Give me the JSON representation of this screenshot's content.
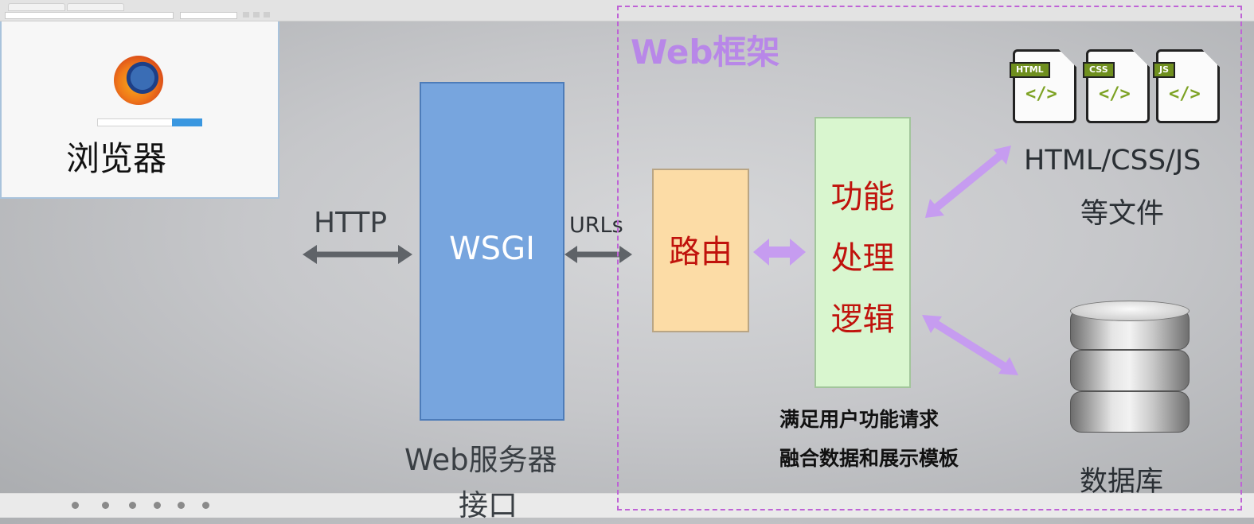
{
  "browser": {
    "label": "浏览器"
  },
  "http": {
    "label": "HTTP"
  },
  "wsgi": {
    "label": "WSGI",
    "caption_line1": "Web服务器",
    "caption_line2": "接口"
  },
  "urls": {
    "label": "URLs"
  },
  "framework": {
    "title": "Web框架",
    "router": {
      "label": "路由"
    },
    "logic": {
      "lines": [
        "功能",
        "处理",
        "逻辑"
      ]
    },
    "description": [
      "满足用户功能请求",
      "融合数据和展示模板"
    ]
  },
  "files": {
    "icons": [
      {
        "tag": "HTML",
        "code": "</>"
      },
      {
        "tag": "CSS",
        "code": "</>"
      },
      {
        "tag": "JS",
        "code": "</>"
      }
    ],
    "label_line1": "HTML/CSS/JS",
    "label_line2": "等文件"
  },
  "database": {
    "label": "数据库"
  },
  "colors": {
    "wsgi_fill": "#77a5de",
    "router_fill": "#fcdca6",
    "logic_fill": "#d9f6cf",
    "framework_border": "#bf63d6",
    "red_text": "#c0120c",
    "gray_arrow": "#5f6368",
    "purple_arrow": "#c69cf0"
  }
}
